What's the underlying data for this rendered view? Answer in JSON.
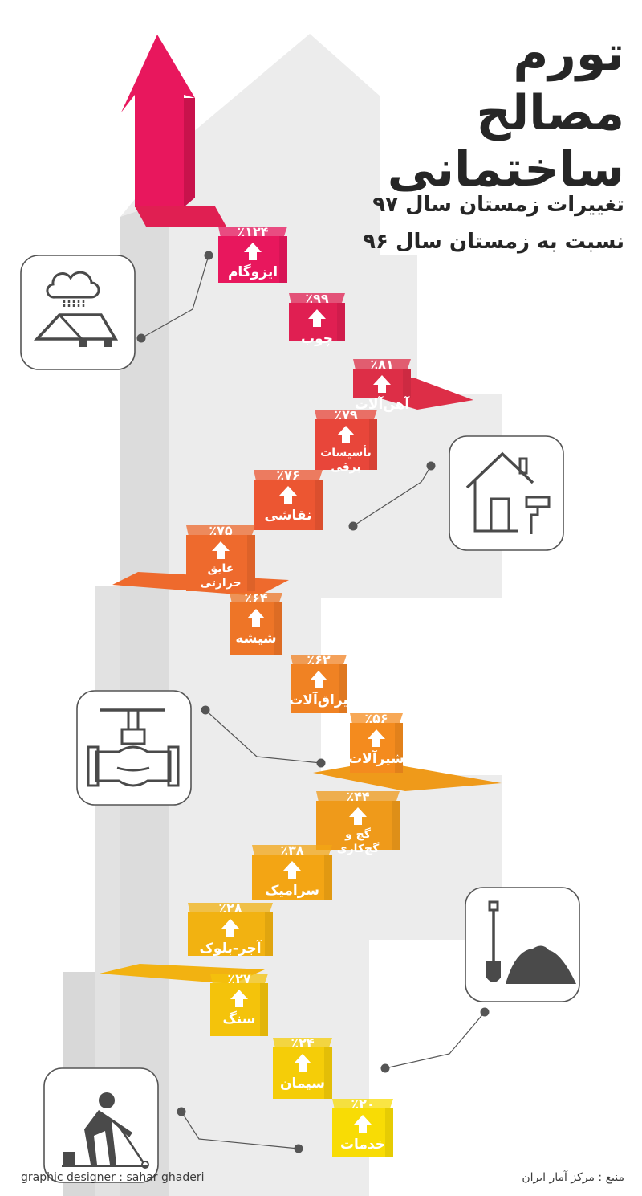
{
  "title": {
    "line1": "تورم",
    "line2": "مصالح",
    "line3": "ساختمانی"
  },
  "subtitle": {
    "line1": "تغییرات زمستان سال ۹۷",
    "line2": "نسبت به زمستان سال ۹۶"
  },
  "footer": {
    "credit": "graphic designer : sahar ghaderi",
    "source": "منبع : مرکز آمار ایران"
  },
  "chart_data": {
    "type": "bar",
    "unit": "%",
    "categories": [
      "ایزوگام",
      "چوب",
      "آهن‌آلات",
      "تأسیسات برقی",
      "نقاشی",
      "عایق حرارتی",
      "شیشه",
      "یراق‌آلات",
      "شیرآلات",
      "گچ و گچ‌کاری",
      "سرامیک",
      "آجر-بلوک",
      "سنگ",
      "سیمان",
      "خدمات"
    ],
    "values": [
      124,
      99,
      81,
      79,
      76,
      75,
      64,
      62,
      56,
      44,
      38,
      28,
      27,
      24,
      20
    ],
    "value_labels": [
      "٪۱۲۴",
      "٪۹۹",
      "٪۸۱",
      "٪۷۹",
      "٪۷۶",
      "٪۷۵",
      "٪۶۴",
      "٪۶۲",
      "٪۵۶",
      "٪۴۴",
      "٪۳۸",
      "٪۲۸",
      "٪۲۷",
      "٪۲۴",
      "٪۲۰"
    ],
    "label_lines": [
      [
        "ایزوگام"
      ],
      [
        "چوب"
      ],
      [
        "آهن‌آلات"
      ],
      [
        "تأسیسات",
        "برقی"
      ],
      [
        "نقاشی"
      ],
      [
        "عایق",
        "حرارتی"
      ],
      [
        "شیشه"
      ],
      [
        "یراق‌آلات"
      ],
      [
        "شیرآلات"
      ],
      [
        "گچ و",
        "گچ‌کاری"
      ],
      [
        "سرامیک"
      ],
      [
        "آجر-بلوک"
      ],
      [
        "سنگ"
      ],
      [
        "سیمان"
      ],
      [
        "خدمات"
      ]
    ],
    "colors": [
      "#e8175d",
      "#e01f52",
      "#dd2e47",
      "#e8463a",
      "#ec5632",
      "#ee6a2d",
      "#ee7527",
      "#f08223",
      "#f48b1e",
      "#ef9a1a",
      "#f3a514",
      "#f2b211",
      "#f4c30b",
      "#f5cd08",
      "#f8dc05"
    ],
    "icons": [
      "roof-rain-icon",
      "house-paint-roller-icon",
      "pipe-valve-icon",
      "shovel-soil-pile-icon",
      "worker-painting-icon"
    ]
  }
}
